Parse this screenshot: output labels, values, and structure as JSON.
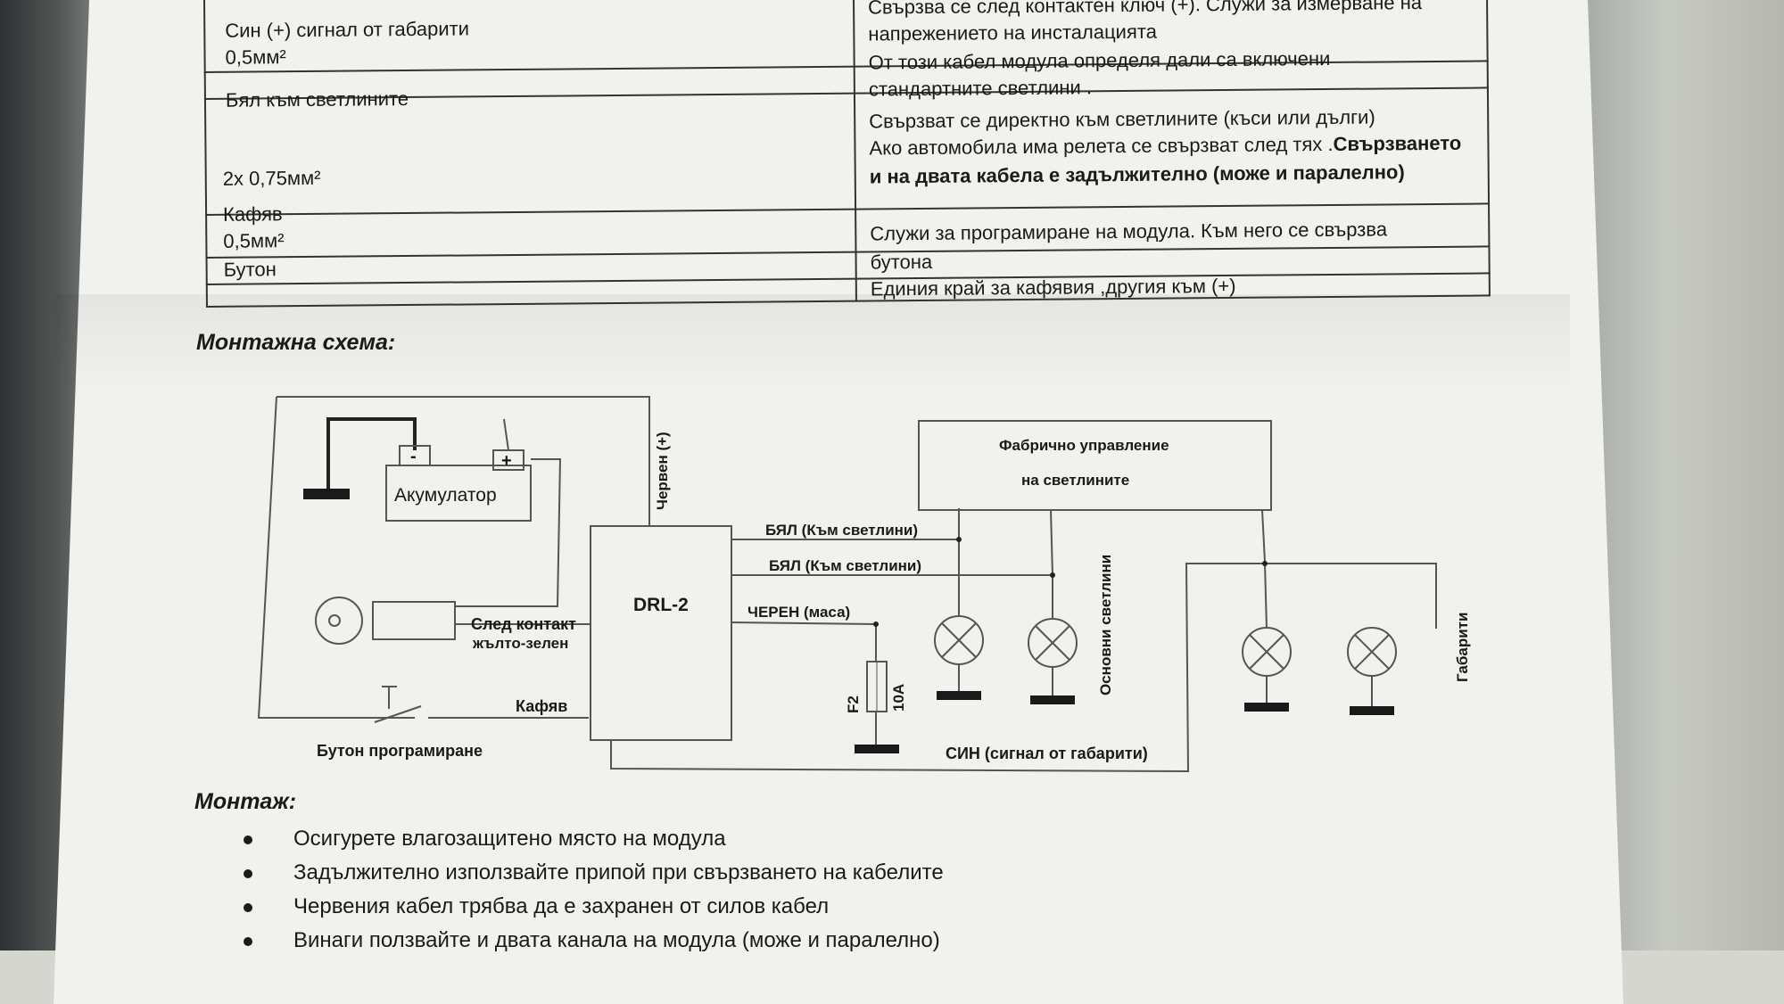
{
  "table": {
    "rows": [
      {
        "left_lines": [
          "Син   (+) сигнал от габарити",
          "0,5мм²"
        ],
        "right_lines": [
          "Свързва се след контактен ключ (+). Служи за измерване на",
          "напрежението на инсталацията"
        ]
      },
      {
        "left_lines": [
          "Бял    към светлините"
        ],
        "right_lines": [
          "От този кабел модула определя дали са включени",
          "стандартните светлини ."
        ]
      },
      {
        "left_lines": [
          "2х 0,75мм²"
        ],
        "right_lines": [
          "Свързват се директно към светлините (къси или дълги)",
          "Ако автомобила има релета се свързват след тях .",
          "и на двата кабела е задължително (може и паралелно)"
        ],
        "right_bold": "Свързването"
      },
      {
        "left_lines": [
          "Кафяв",
          "0,5мм²"
        ],
        "right_lines": [
          "Служи за програмиране на модула. Към него се свързва",
          "бутона"
        ]
      },
      {
        "left_lines": [
          "Бутон"
        ],
        "right_lines": [
          "Единия край за кафявия ,другия към (+)"
        ]
      }
    ]
  },
  "schematic": {
    "heading": "Монтажна схема:",
    "battery": "Акумулатор",
    "battery_minus": "-",
    "battery_plus": "+",
    "module": "DRL-2",
    "red_wire": "Червен (+)",
    "factory_line1": "Фабрично управление",
    "factory_line2": "на светлините",
    "white1": "БЯЛ (Към светлини)",
    "white2": "БЯЛ (Към светлини)",
    "black": "ЧЕРЕН (маса)",
    "fuse_name": "F2",
    "fuse_rating": "10A",
    "ignition_line1": "След контакт",
    "ignition_line2": "жълто-зелен",
    "brown": "Кафяв",
    "button_label": "Бутон програмиране",
    "blue": "СИН (сигнал от габарити)",
    "main_lights": "Основни светлини",
    "parking_lights": "Габарити"
  },
  "mounting": {
    "heading": "Монтаж:",
    "items": [
      "Осигурете влагозащитено място на модула",
      "Задължително използвайте припой при свързването на кабелите",
      "Червения кабел трябва да е захранен от силов кабел",
      "Винаги ползвайте и двата канала на модула (може и паралелно)"
    ]
  }
}
